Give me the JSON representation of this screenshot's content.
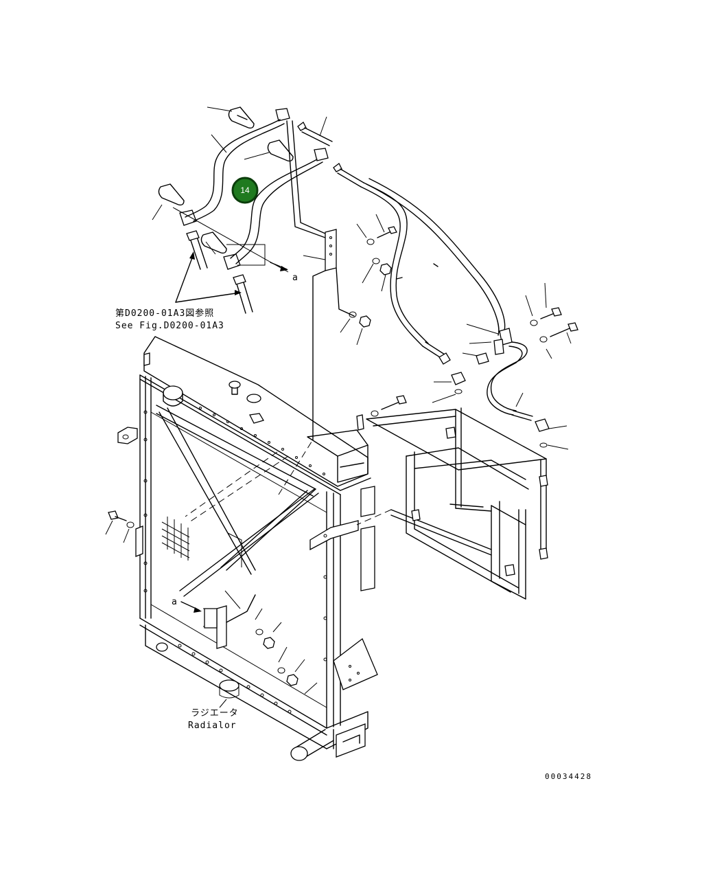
{
  "reference_note": {
    "line1": "第D0200-01A3図参照",
    "line2": "See Fig.D0200-01A3"
  },
  "radiator_label": {
    "japanese": "ラジエータ",
    "english": "Radialor"
  },
  "callout": {
    "number": "14",
    "fill_color": "#1f7a1f",
    "ring_color": "#0b3d0b"
  },
  "reference_marker": "a",
  "figure_id": "00034428"
}
